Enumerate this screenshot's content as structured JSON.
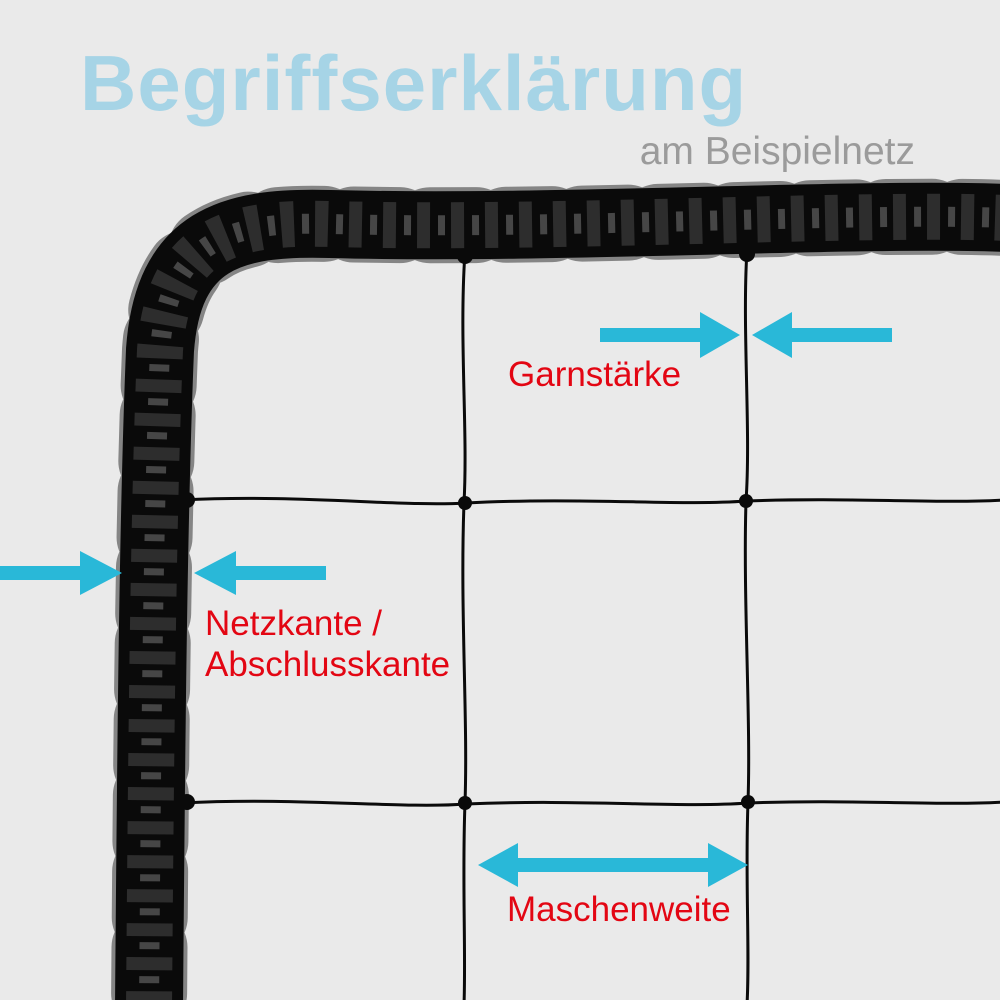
{
  "title": "Begriffserklärung",
  "subtitle": "am Beispielnetz",
  "labels": {
    "garnstaerke": "Garnstärke",
    "netzkante_line1": "Netzkante /",
    "netzkante_line2": "Abschlusskante",
    "maschenweite": "Maschenweite"
  },
  "colors": {
    "background": "#eaeaea",
    "title": "#a6d4e6",
    "subtitle": "#9b9b9b",
    "label": "#e30613",
    "arrow": "#29b8d8",
    "net": "#0a0a0a"
  }
}
